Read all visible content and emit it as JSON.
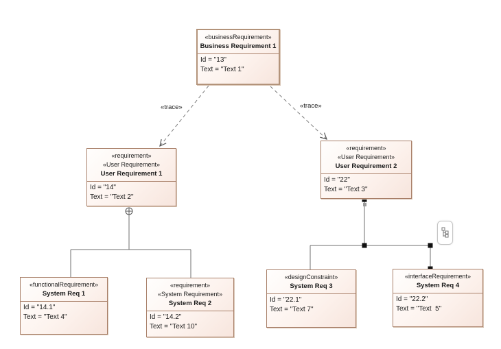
{
  "diagram_type": "requirements-diagram",
  "colors": {
    "background": "#ffffff",
    "node_border": "#a87f68",
    "node_fill_light": "#fffefd",
    "node_fill_dark": "#f7e5dd",
    "connector_gray": "#6f6f6f",
    "trace_dash": "#7d7d7d",
    "junction_black": "#111111"
  },
  "nodes": [
    {
      "stereotypes": [
        "«businessRequirement»"
      ],
      "name": "Business Requirement 1",
      "properties": [
        "Id = \"13\"",
        "Text = \"Text 1\""
      ]
    },
    {
      "stereotypes": [
        "«requirement»",
        "«User Requirement»"
      ],
      "name": "User Requirement 1",
      "properties": [
        "Id = \"14\"",
        "Text = \"Text 2\""
      ]
    },
    {
      "stereotypes": [
        "«requirement»",
        "«User Requirement»"
      ],
      "name": "User Requirement 2",
      "properties": [
        "Id = \"22\"",
        "Text = \"Text 3\""
      ]
    },
    {
      "stereotypes": [
        "«functionalRequirement»"
      ],
      "name": "System Req 1",
      "properties": [
        "Id = \"14.1\"",
        "Text = \"Text 4\""
      ]
    },
    {
      "stereotypes": [
        "«requirement»",
        "«System Requirement»"
      ],
      "name": "System Req 2",
      "properties": [
        "Id = \"14.2\"",
        "Text = \"Text 10\""
      ]
    },
    {
      "stereotypes": [
        "«designConstraint»"
      ],
      "name": "System Req 3",
      "properties": [
        "Id = \"22.1\"",
        "Text = \"Text 7\""
      ]
    },
    {
      "stereotypes": [
        "«interfaceRequirement»"
      ],
      "name": "System Req 4",
      "properties": [
        "Id = \"22.2\"",
        "Text = \"Text  5\""
      ]
    }
  ],
  "edges": {
    "trace_left": {
      "label": "«trace»",
      "type": "dependency"
    },
    "trace_right": {
      "label": "«trace»",
      "type": "dependency"
    },
    "containment_left": {
      "type": "containment"
    },
    "containment_right": {
      "type": "containment"
    }
  }
}
